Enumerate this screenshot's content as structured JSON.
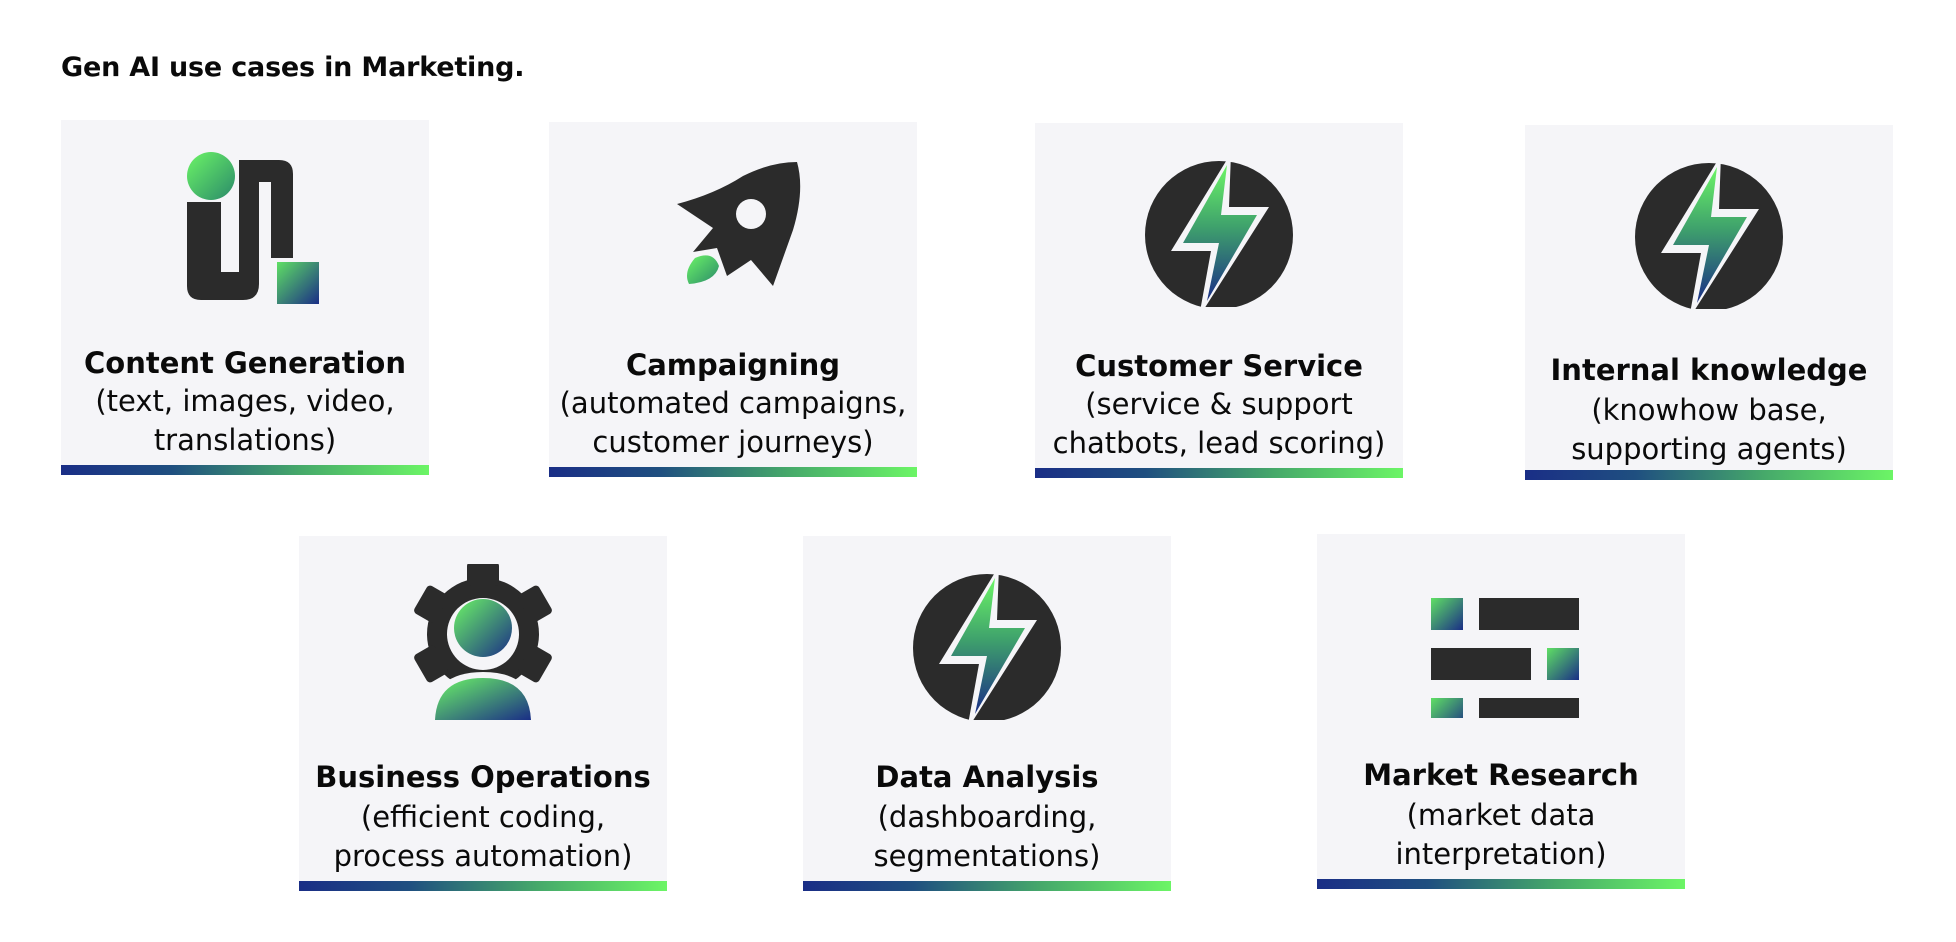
{
  "page": {
    "title": "Gen AI use cases in Marketing."
  },
  "colors": {
    "card_background": "#f5f5f8",
    "icon_dark": "#2b2b2b",
    "gradient_green": "#6cf566",
    "gradient_blue": "#1a2e86"
  },
  "cards": [
    {
      "title": "Content Generation",
      "description": "(text, images, video,\ntranslations)",
      "icon": "content-generation-icon"
    },
    {
      "title": "Campaigning",
      "description": "(automated campaigns,\ncustomer journeys)",
      "icon": "rocket-icon"
    },
    {
      "title": "Customer Service",
      "description": "(service & support\nchatbots, lead scoring)",
      "icon": "lightning-bolt-icon"
    },
    {
      "title": "Internal knowledge",
      "description": "(knowhow base,\nsupporting agents)",
      "icon": "lightning-bolt-icon"
    },
    {
      "title": "Business Operations",
      "description": "(efficient coding,\nprocess automation)",
      "icon": "gear-person-icon"
    },
    {
      "title": "Data Analysis",
      "description": "(dashboarding,\nsegmentations)",
      "icon": "lightning-bolt-icon"
    },
    {
      "title": "Market Research",
      "description": "(market data\ninterpretation)",
      "icon": "list-blocks-icon"
    }
  ]
}
